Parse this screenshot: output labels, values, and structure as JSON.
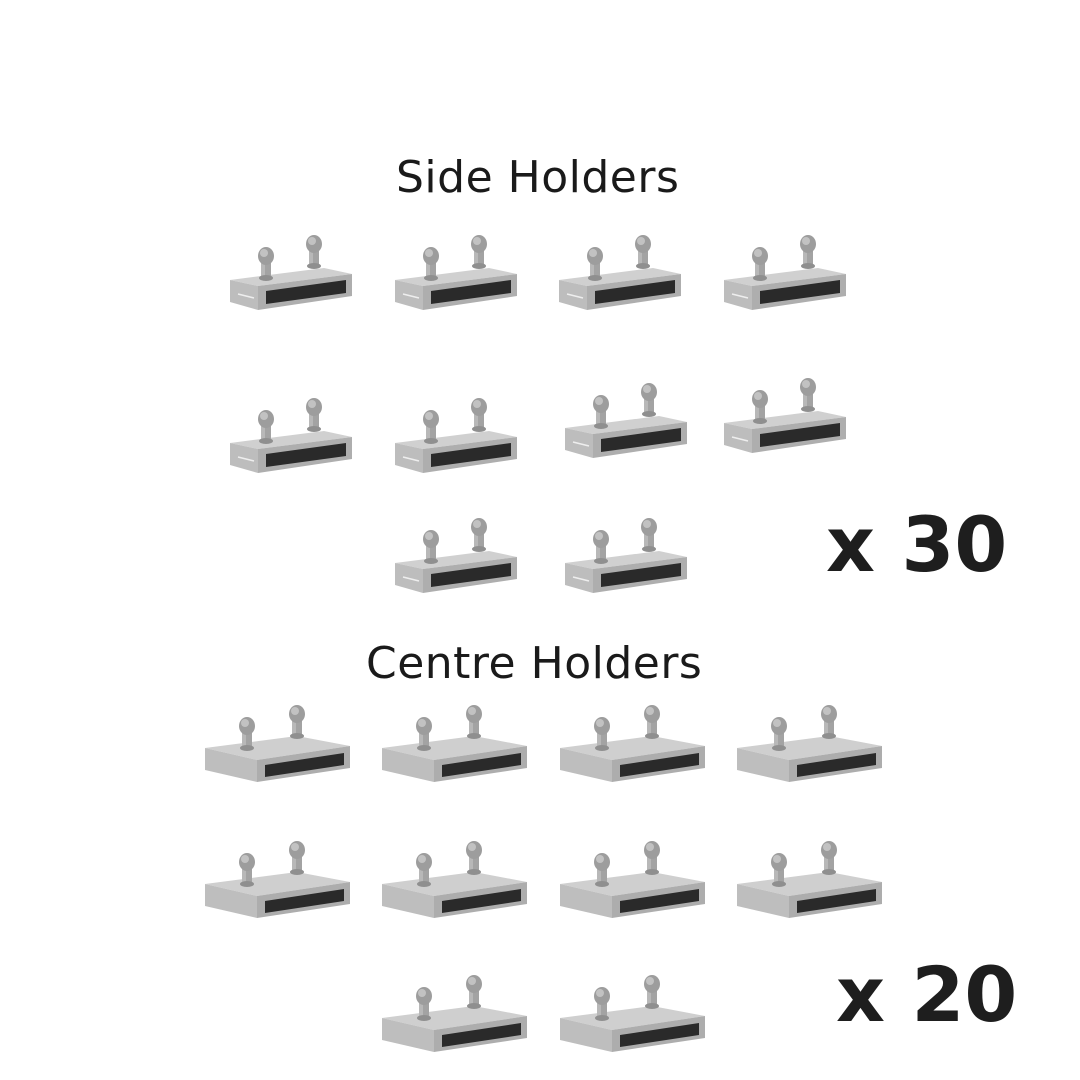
{
  "side_section": {
    "title": "Side Holders",
    "quantity": "x 30",
    "items_shown": 10
  },
  "centre_section": {
    "title": "Centre Holders",
    "quantity": "x 20",
    "items_shown": 10
  },
  "colors": {
    "plastic": "#b9b9b9",
    "plastic_light": "#d2d2d2",
    "plastic_dark": "#8e8e8e",
    "opening": "#2a2a2a",
    "text": "#1a1a1a"
  }
}
